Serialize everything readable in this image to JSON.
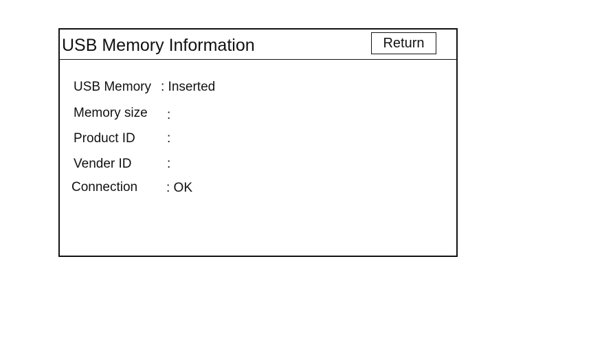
{
  "panel": {
    "title": "USB Memory Information",
    "return_label": "Return"
  },
  "rows": [
    {
      "label": "USB Memory",
      "value": ": Inserted"
    },
    {
      "label": "Memory size",
      "value": ":"
    },
    {
      "label": "Product ID",
      "value": ":"
    },
    {
      "label": "Vender ID",
      "value": ":"
    },
    {
      "label": "Connection",
      "value": ": OK"
    }
  ]
}
